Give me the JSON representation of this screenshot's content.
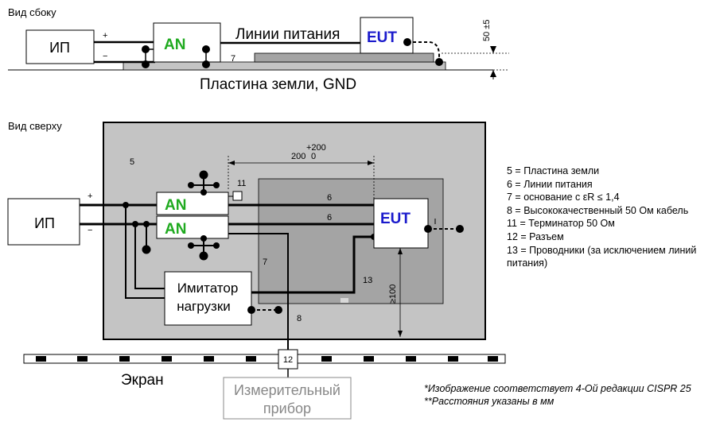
{
  "side_view": {
    "title": "Вид сбоку",
    "psu": "ИП",
    "plus": "+",
    "minus": "−",
    "an": "AN",
    "power_lines": "Линии питания",
    "eut": "EUT",
    "label_7": "7",
    "dimension": "50 ±5",
    "ground_plate": "Пластина земли, GND"
  },
  "top_view": {
    "title": "Вид сверху",
    "psu": "ИП",
    "plus": "+",
    "minus": "−",
    "an_top": "AN",
    "an_bottom": "AN",
    "eut": "EUT",
    "label_5": "5",
    "label_6a": "6",
    "label_6b": "6",
    "label_7": "7",
    "label_8": "8",
    "label_11": "11",
    "label_12": "12",
    "label_13": "13",
    "dim_plus200": "+200",
    "dim_200": "200",
    "dim_0": "0",
    "dim_100": "≥100",
    "load_simulator": [
      "Имитатор",
      "нагрузки"
    ],
    "screen": "Экран",
    "instrument": [
      "Измерительный",
      "прибор"
    ]
  },
  "legend": [
    "5 = Пластина земли",
    "6 = Линии питания",
    "7 = основание с εR ≤ 1,4",
    "8 = Высококачественный 50 Ом кабель",
    "11 = Терминатор 50 Ом",
    "12 = Разъем",
    "13 = Проводники (за исключением линий",
    "питания)"
  ],
  "notes": [
    "*Изображение соответствует 4-Ой редакции CISPR 25",
    "**Расстояния указаны в мм"
  ],
  "colors": {
    "an_green": "#1faa1f",
    "eut_blue": "#1a1acc",
    "plate_gray": "#c4c4c4",
    "dielectric_gray": "#a4a4a4"
  }
}
